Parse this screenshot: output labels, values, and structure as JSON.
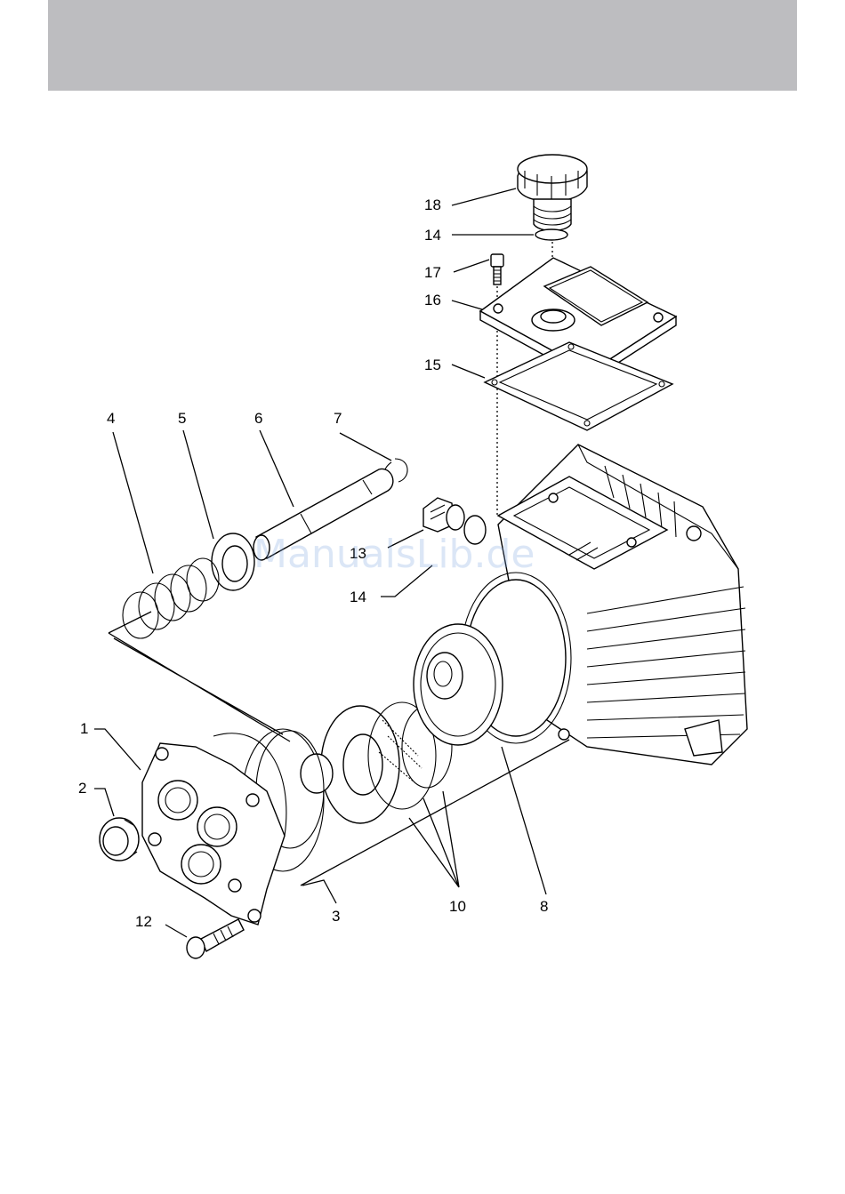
{
  "colors": {
    "header_bar": "#bdbdc0",
    "watermark": "#7ea7e0",
    "line": "#000000"
  },
  "watermark": "ManualsLib.de",
  "labels": {
    "p1": "1",
    "p2": "2",
    "p3": "3",
    "p4": "4",
    "p5": "5",
    "p6": "6",
    "p7": "7",
    "p8": "8",
    "p10": "10",
    "p12": "12",
    "p13": "13",
    "p14_top": "14",
    "p14_mid": "14",
    "p15": "15",
    "p16": "16",
    "p17": "17",
    "p18": "18"
  }
}
